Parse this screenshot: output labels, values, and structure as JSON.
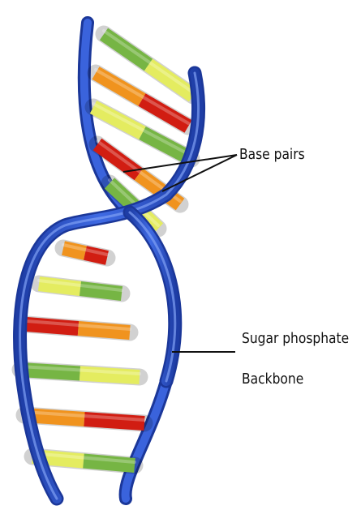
{
  "labels": {
    "base_pairs": "Base pairs",
    "sugar_phosphate": "Sugar phosphate",
    "backbone": "Backbone"
  },
  "colors": {
    "backbone": "#2a52c9",
    "backbone_highlight": "#5c86ef",
    "backbone_shadow": "#1b3799",
    "green": "#76b544",
    "yellow": "#e4ec60",
    "orange": "#f0931e",
    "red": "#d11d12",
    "leader_line": "#111111"
  },
  "icons": [
    "dna-double-helix-icon"
  ]
}
